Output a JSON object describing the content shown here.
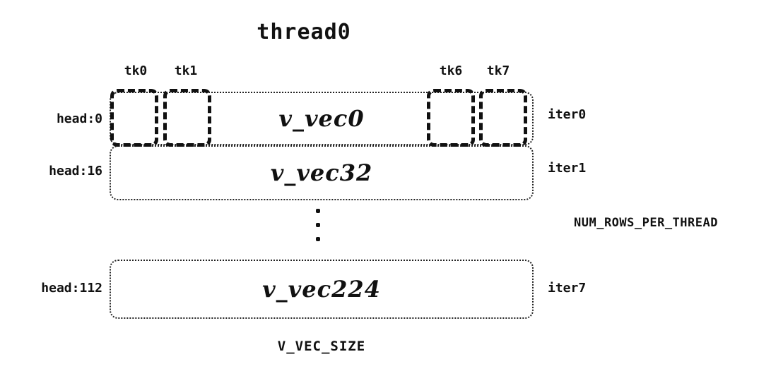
{
  "title": "thread0",
  "tk_labels": [
    "tk0",
    "tk1",
    "tk6",
    "tk7"
  ],
  "rows": [
    {
      "head": "head:0",
      "vec": "v_vec0",
      "iter": "iter0"
    },
    {
      "head": "head:16",
      "vec": "v_vec32",
      "iter": "iter1"
    },
    {
      "head": "head:112",
      "vec": "v_vec224",
      "iter": "iter7"
    }
  ],
  "annotations": {
    "num_rows": "NUM_ROWS_PER_THREAD",
    "v_vec_size": "V_VEC_SIZE"
  }
}
